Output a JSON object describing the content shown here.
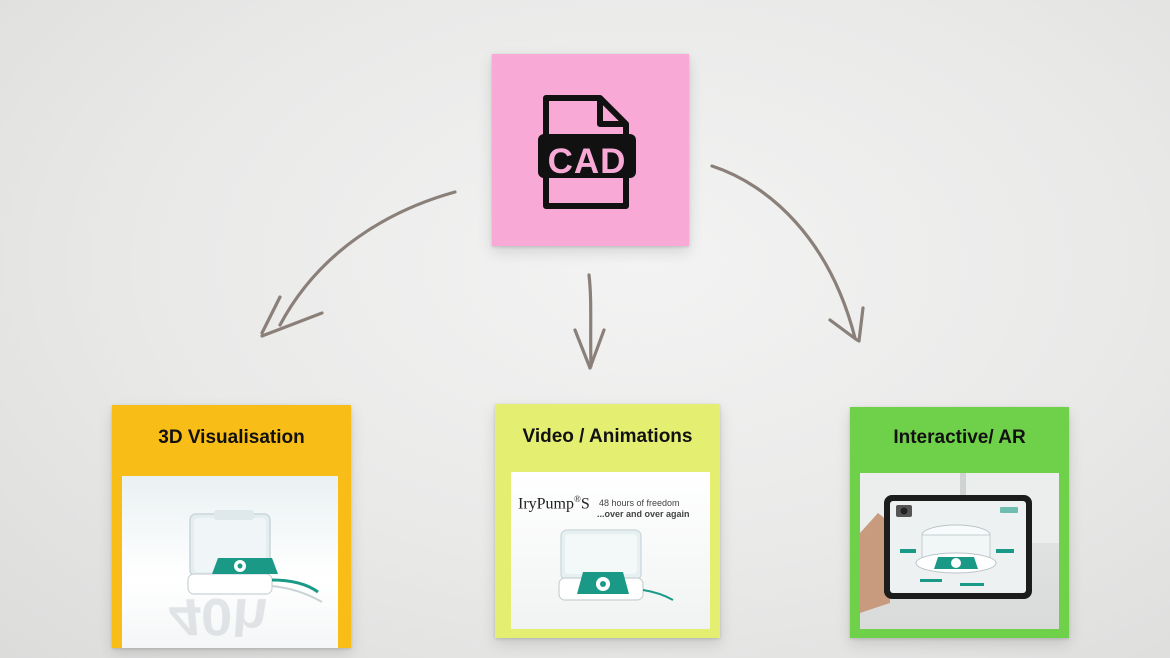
{
  "root": {
    "icon": "cad-file-icon",
    "label": "CAD",
    "color": "#f9a9d5"
  },
  "outputs": [
    {
      "title": "3D Visualisation",
      "color": "#f8bd16",
      "image": "pump-render",
      "watermark": "40h"
    },
    {
      "title": "Video / Animations",
      "color": "#e4ef72",
      "image": "video-still",
      "product_name": "IryPump",
      "product_sup": "®",
      "product_suffix": "S",
      "tagline_1": "48 hours of freedom",
      "tagline_2": "...over and over again"
    },
    {
      "title": "Interactive/ AR",
      "color": "#6fd14a",
      "image": "ar-tablet-view"
    }
  ],
  "colors": {
    "arrow": "#8a8079",
    "device_teal": "#1a9a86"
  }
}
